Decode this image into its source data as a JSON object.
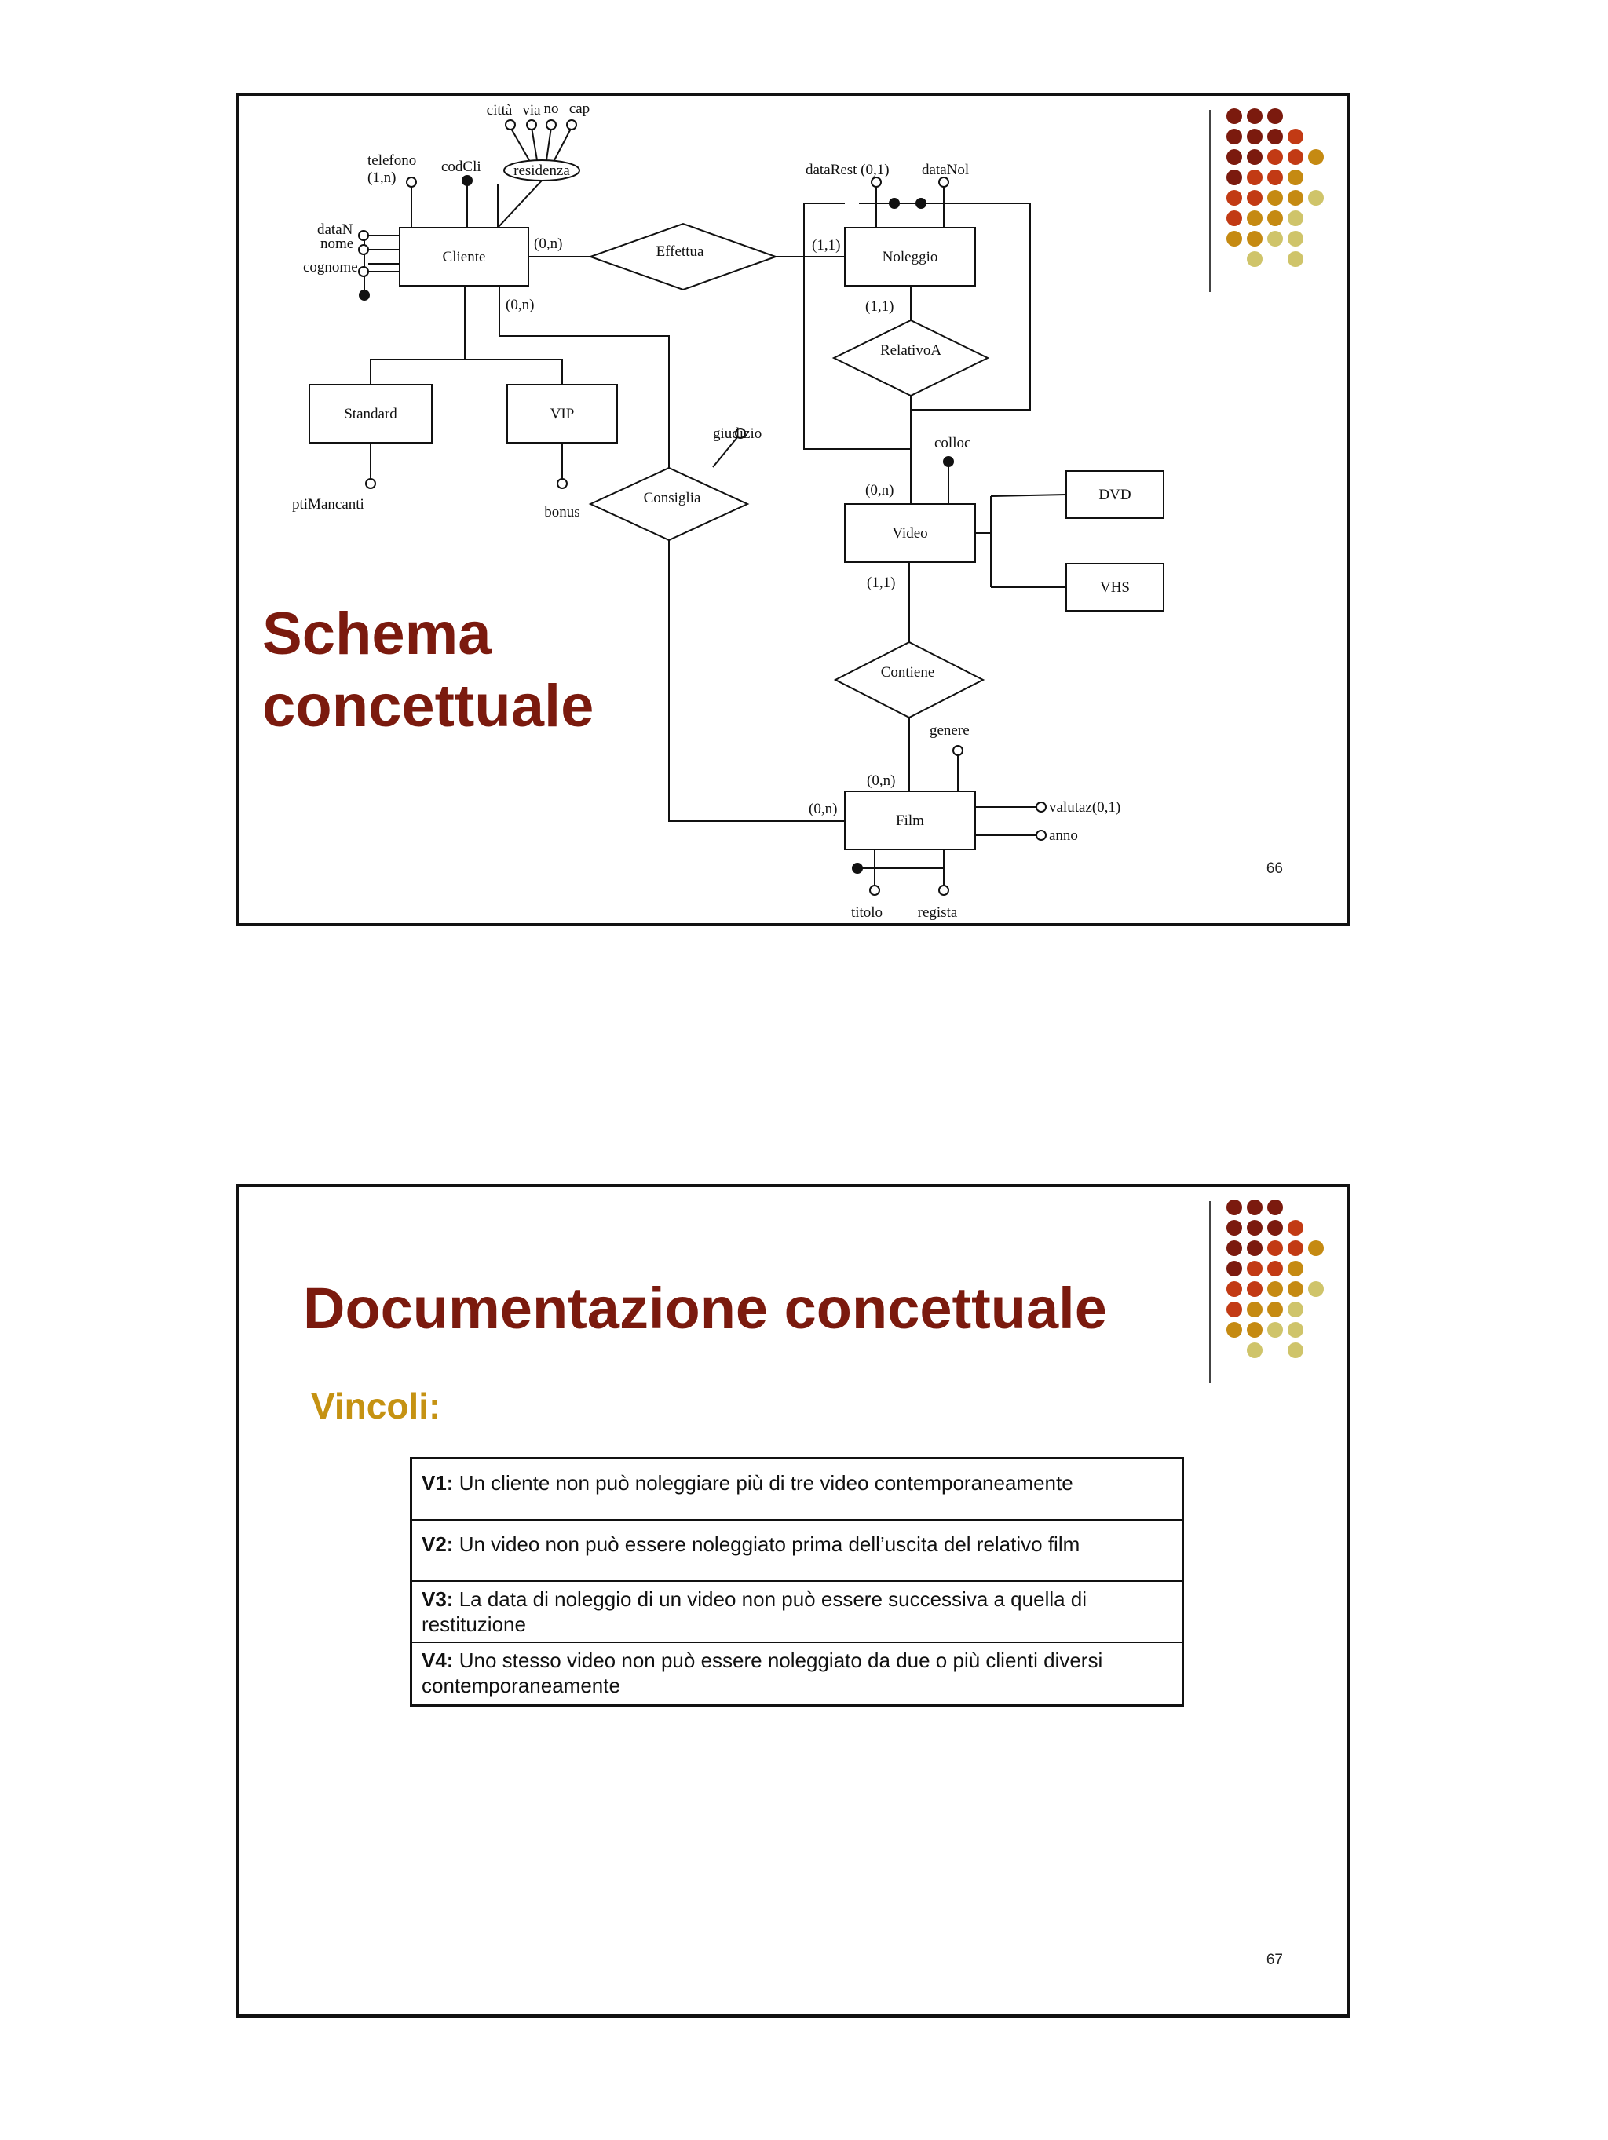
{
  "slide1": {
    "title_line1": "Schema",
    "title_line2": "concettuale",
    "page_number": "66",
    "er": {
      "entities": {
        "cliente": "Cliente",
        "noleggio": "Noleggio",
        "standard": "Standard",
        "vip": "VIP",
        "video": "Video",
        "dvd": "DVD",
        "vhs": "VHS",
        "film": "Film"
      },
      "relationships": {
        "effettua": "Effettua",
        "relativoa": "RelativoA",
        "consiglia": "Consiglia",
        "contiene": "Contiene"
      },
      "attributes": {
        "citta": "città",
        "via": "via",
        "no": "no",
        "cap": "cap",
        "telefono": "telefono",
        "telefono_card": "(1,n)",
        "codcli": "codCli",
        "residenza": "residenza",
        "datan": "dataN",
        "nome": "nome",
        "cognome": "cognome",
        "datarest": "dataRest (0,1)",
        "datanol": "dataNol",
        "ptimancanti": "ptiMancanti",
        "bonus": "bonus",
        "giudizio": "giudizio",
        "colloc": "colloc",
        "genere": "genere",
        "valutaz": "valutaz(0,1)",
        "anno": "anno",
        "titolo": "titolo",
        "regista": "regista"
      },
      "cardinalities": {
        "cliente_effettua": "(0,n)",
        "cliente_consiglia": "(0,n)",
        "noleggio_effettua": "(1,1)",
        "noleggio_relativoa": "(1,1)",
        "video_relativoa": "(0,n)",
        "video_contiene": "(1,1)",
        "film_contiene": "(0,n)",
        "film_consiglia": "(0,n)"
      }
    },
    "dot_colors": [
      "#7b1a0e",
      "#c23a14",
      "#c58a12",
      "#cfc46a"
    ]
  },
  "slide2": {
    "title": "Documentazione concettuale",
    "subtitle": "Vincoli:",
    "page_number": "67",
    "constraints": [
      {
        "id": "V1:",
        "text": "Un cliente non può noleggiare più di tre video contemporaneamente"
      },
      {
        "id": "V2:",
        "text": "Un video non può essere noleggiato prima dell’uscita del relativo film"
      },
      {
        "id": "V3:",
        "text": "La data di noleggio di un video non può essere successiva a quella di restituzione"
      },
      {
        "id": "V4:",
        "text": "Uno stesso video non può essere noleggiato da due o più clienti diversi contemporaneamente"
      }
    ]
  }
}
